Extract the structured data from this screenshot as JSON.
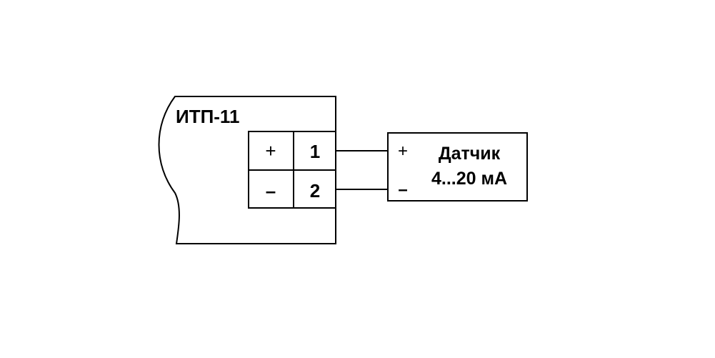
{
  "device": {
    "name": "ИТП-11",
    "terminals": [
      {
        "polarity": "+",
        "number": "1"
      },
      {
        "polarity": "–",
        "number": "2"
      }
    ]
  },
  "sensor": {
    "line1": "Датчик",
    "line2": "4...20 мА",
    "plus": "+",
    "minus": "–"
  },
  "colors": {
    "stroke": "#000000",
    "background": "#ffffff"
  }
}
